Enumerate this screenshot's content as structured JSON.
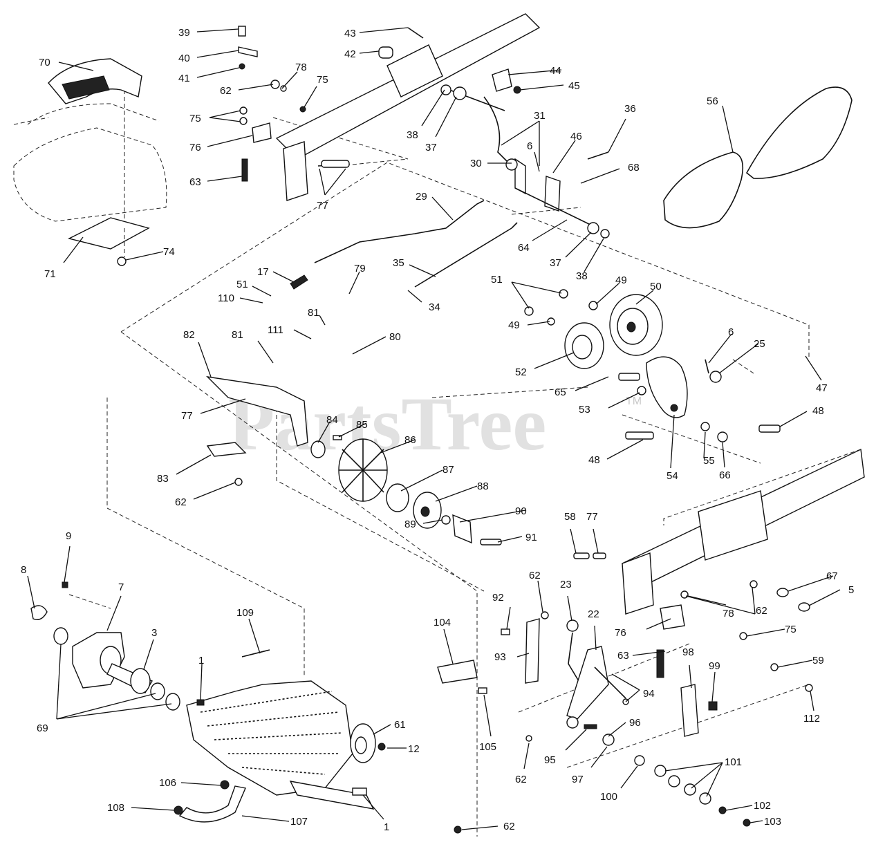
{
  "watermark": {
    "text": "PartsTree",
    "tm": "TM"
  },
  "callouts": [
    "39",
    "40",
    "41",
    "43",
    "42",
    "44",
    "45",
    "70",
    "62",
    "78",
    "75",
    "75",
    "76",
    "63",
    "77",
    "38",
    "37",
    "31",
    "36",
    "30",
    "6",
    "46",
    "68",
    "56",
    "29",
    "64",
    "37",
    "38",
    "74",
    "71",
    "17",
    "79",
    "51",
    "110",
    "35",
    "34",
    "51",
    "49",
    "50",
    "81",
    "111",
    "80",
    "82",
    "81",
    "49",
    "52",
    "6",
    "25",
    "65",
    "53",
    "47",
    "48",
    "77",
    "84",
    "85",
    "86",
    "83",
    "62",
    "87",
    "88",
    "90",
    "89",
    "91",
    "48",
    "54",
    "55",
    "66",
    "58",
    "77",
    "67",
    "5",
    "9",
    "8",
    "7",
    "3",
    "69",
    "109",
    "1",
    "92",
    "62",
    "23",
    "22",
    "62",
    "78",
    "76",
    "75",
    "104",
    "93",
    "63",
    "98",
    "99",
    "59",
    "112",
    "94",
    "61",
    "12",
    "105",
    "96",
    "95",
    "97",
    "62",
    "100",
    "101",
    "106",
    "108",
    "107",
    "1",
    "62",
    "102",
    "103"
  ]
}
